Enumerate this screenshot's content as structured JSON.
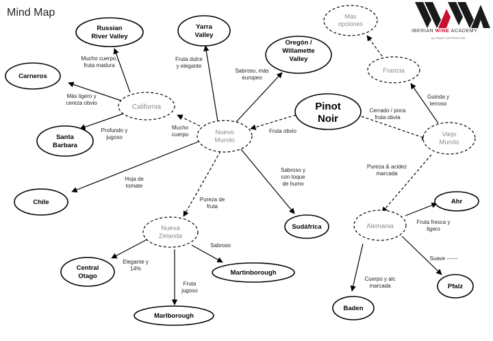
{
  "title": "Mind Map",
  "logo": {
    "text_before": "IBERIAN ",
    "text_accent": "WINE",
    "text_after": " ACADEMY",
    "subtitle": "by JONAS TOFTERUP MW",
    "colors": {
      "dark": "#1a1a1a",
      "accent": "#c8102e"
    }
  },
  "nodes": {
    "pinot_noir": {
      "lines": [
        "Pinot",
        "Noir"
      ]
    },
    "nuevo_mundo": {
      "lines": [
        "Nuevo",
        "Mundo"
      ]
    },
    "viejo_mundo": {
      "lines": [
        "Viejo",
        "Mundo"
      ]
    },
    "california": {
      "lines": [
        "California"
      ]
    },
    "russian_river": {
      "lines": [
        "Russian",
        "River Valley"
      ]
    },
    "carneros": {
      "lines": [
        "Carneros"
      ]
    },
    "santa_barbara": {
      "lines": [
        "Santa",
        "Barbara"
      ]
    },
    "yarra": {
      "lines": [
        "Yarra",
        "Valley"
      ]
    },
    "oregon": {
      "lines": [
        "Oregón /",
        "Willamette",
        "Valley"
      ]
    },
    "chile": {
      "lines": [
        "Chile"
      ]
    },
    "sudafrica": {
      "lines": [
        "Sudáfrica"
      ]
    },
    "nueva_zelanda": {
      "lines": [
        "Nueva",
        "Zelanda"
      ]
    },
    "central_otago": {
      "lines": [
        "Central",
        "Otago"
      ]
    },
    "martinborough": {
      "lines": [
        "Martinborough"
      ]
    },
    "marlborough": {
      "lines": [
        "Marlborough"
      ]
    },
    "mas_opciones": {
      "lines": [
        "Más",
        "opciones"
      ]
    },
    "francia": {
      "lines": [
        "Francia"
      ]
    },
    "alemania": {
      "lines": [
        "Alemania"
      ]
    },
    "ahr": {
      "lines": [
        "Ahr"
      ]
    },
    "pfalz": {
      "lines": [
        "Pfalz"
      ]
    },
    "baden": {
      "lines": [
        "Baden"
      ]
    }
  },
  "edge_labels": {
    "mucho_cuerpo_fruta": [
      "Mucho cuerpo,",
      "fruta madura"
    ],
    "mas_ligero": [
      "Más ligero y",
      "cereza obvio"
    ],
    "profundo": [
      "Profundo y",
      "jugoso"
    ],
    "mucho_cuerpo": [
      "Mucho",
      "cuerpo"
    ],
    "fruta_dulce": [
      "Fruta dulce",
      "y elegante"
    ],
    "sabroso_europeo": [
      "Sabroso, más",
      "europeo"
    ],
    "fruta_obvio": [
      "Fruta obvio"
    ],
    "cerrado": [
      "Cerrado / poca",
      "fruta obvia"
    ],
    "guinda": [
      "Guinda y",
      "terroso"
    ],
    "hoja_tomate": [
      "Hoja de",
      "tomate"
    ],
    "pureza_fruta": [
      "Pureza de",
      "fruta"
    ],
    "sabroso_humo": [
      "Sabroso y",
      "con toque",
      "de humo"
    ],
    "pureza_acidez": [
      "Pureza & acidez",
      "marcada"
    ],
    "sabroso": [
      "Sabroso"
    ],
    "elegante": [
      "Elegante y",
      "14%"
    ],
    "fruta_jugoso": [
      "Fruta",
      "jugoso"
    ],
    "fruta_fresca": [
      "Fruta fresca y",
      "ligero"
    ],
    "suave": [
      "Suave ------"
    ],
    "cuerpo_alc": [
      "Cuerpo y alc",
      "marcada"
    ]
  }
}
